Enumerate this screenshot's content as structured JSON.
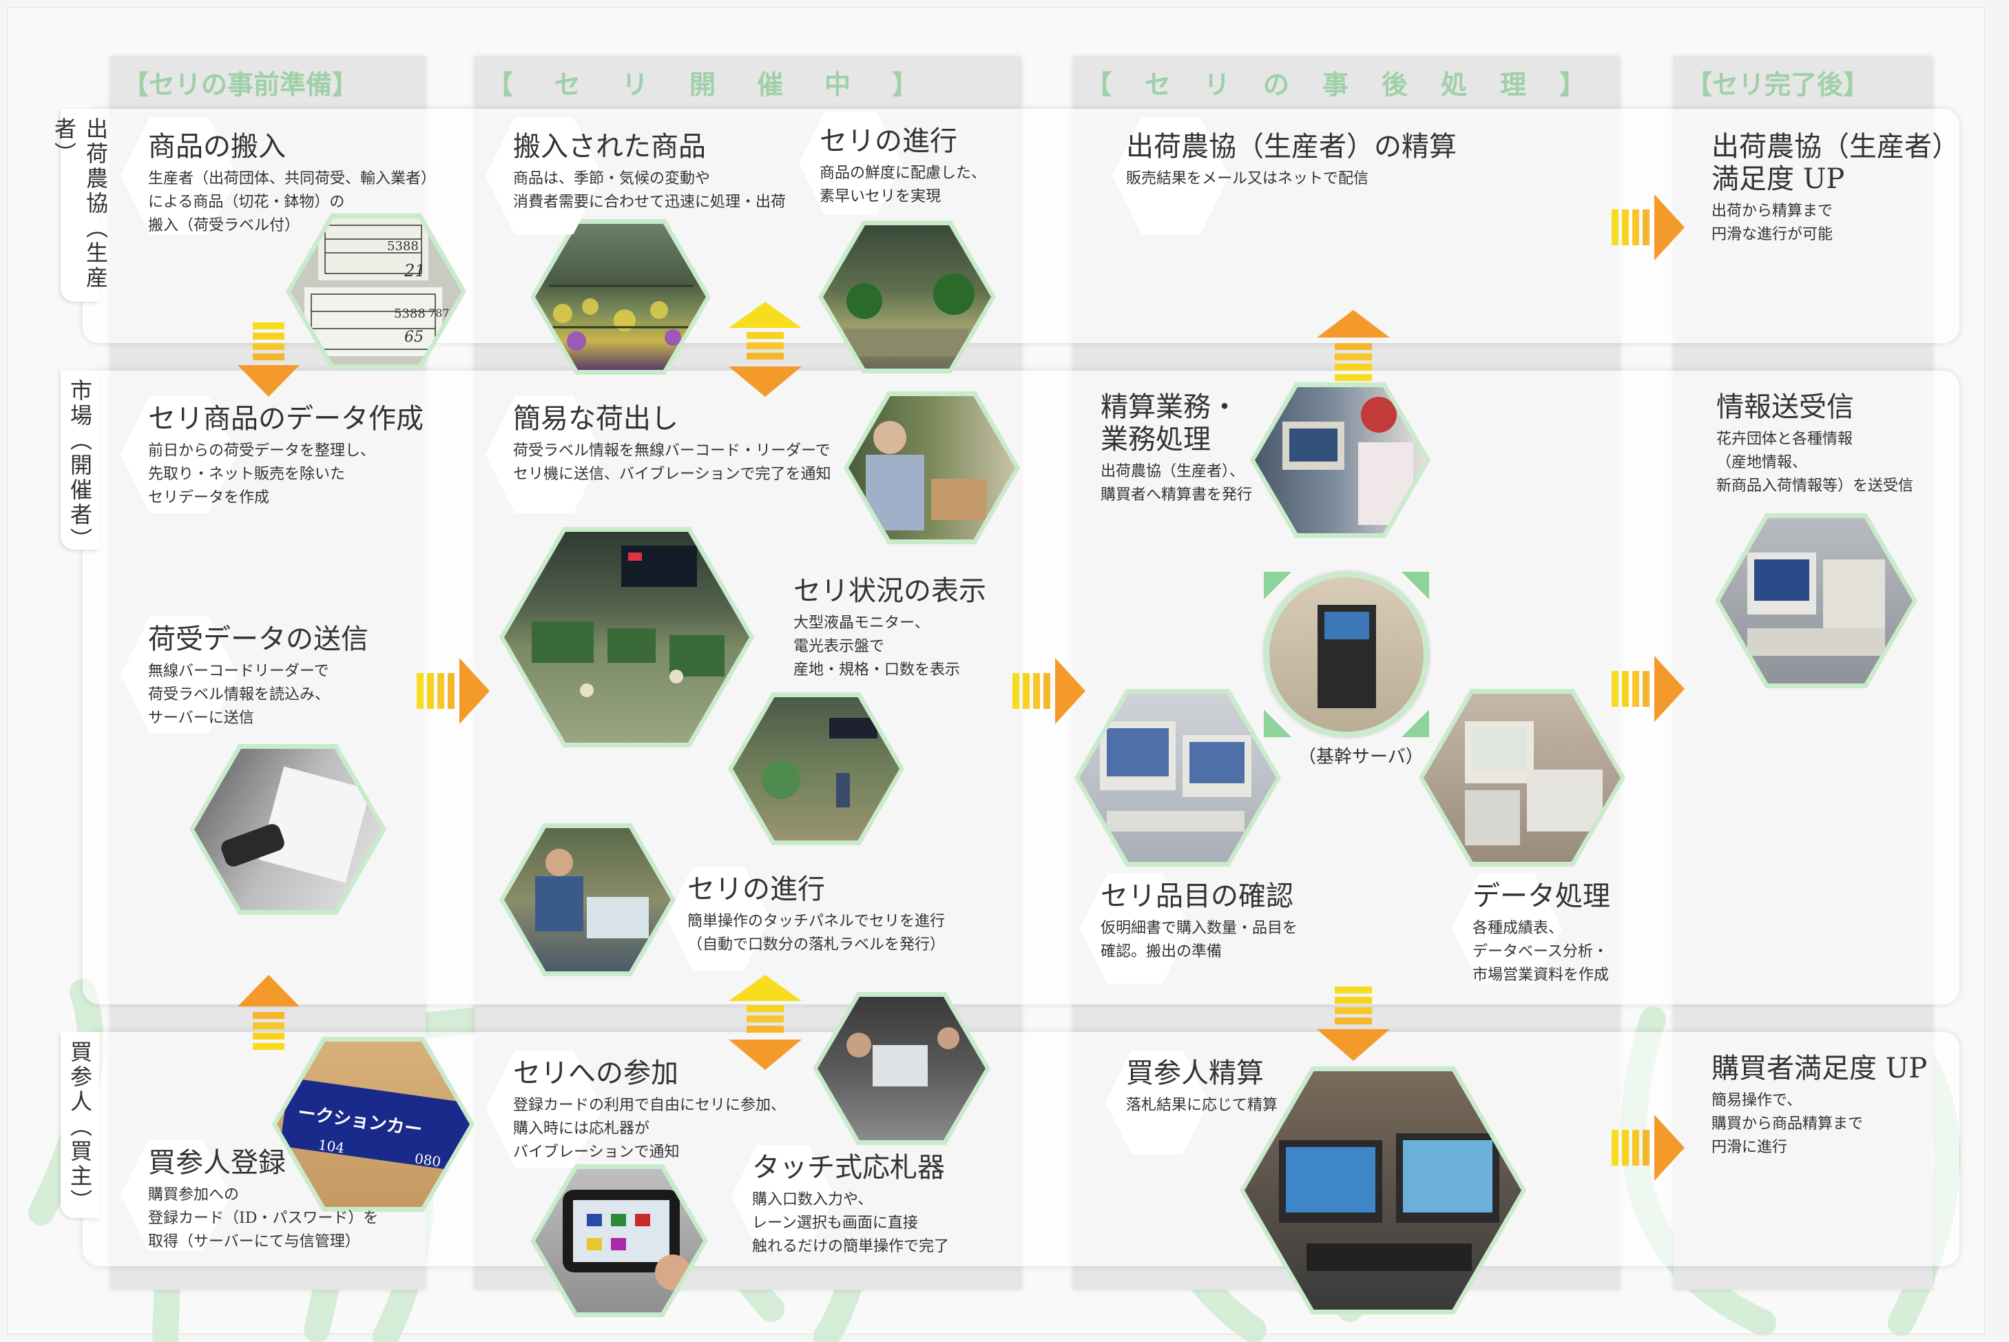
{
  "columns": [
    {
      "header": "【セリの事前準備】"
    },
    {
      "header": "【セリ開催中】"
    },
    {
      "header": "【セリの事後処理】"
    },
    {
      "header": "【セリ完了後】"
    }
  ],
  "rows": [
    {
      "label": "出荷農協（生産者）"
    },
    {
      "label": "市場（開催者）"
    },
    {
      "label": "買参人（買主）"
    }
  ],
  "blocks": {
    "shohin_hannyu": {
      "title": "商品の搬入",
      "desc": "生産者（出荷団体、共同荷受、輸入業者）\nによる商品（切花・鉢物）の\n搬入（荷受ラベル付）"
    },
    "hannyu_sareta": {
      "title": "搬入された商品",
      "desc": "商品は、季節・気候の変動や\n消費者需要に合わせて迅速に処理・出荷"
    },
    "seri_shinko_1": {
      "title": "セリの進行",
      "desc": "商品の鮮度に配慮した、\n素早いセリを実現"
    },
    "seisan_noukyou": {
      "title": "出荷農協（生産者）の精算",
      "desc": "販売結果をメール又はネットで配信"
    },
    "manzoku_noukyou": {
      "title": "出荷農協（生産者）\n満足度 UP",
      "desc": "出荷から精算まで\n円滑な進行が可能"
    },
    "data_sakusei": {
      "title": "セリ商品のデータ作成",
      "desc": "前日からの荷受データを整理し、\n先取り・ネット販売を除いた\nセリデータを作成"
    },
    "kani_nidashi": {
      "title": "簡易な荷出し",
      "desc": "荷受ラベル情報を無線バーコード・リーダーで\nセリ機に送信、バイブレーションで完了を通知"
    },
    "seisan_gyomu": {
      "title": "精算業務・\n業務処理",
      "desc": "出荷農協（生産者）、\n購買者へ精算書を発行"
    },
    "joho_soujushin": {
      "title": "情報送受信",
      "desc": "花卉団体と各種情報\n（産地情報、\n新商品入荷情報等）を送受信"
    },
    "niuke_soushin": {
      "title": "荷受データの送信",
      "desc": "無線バーコードリーダーで\n荷受ラベル情報を読込み、\nサーバーに送信"
    },
    "seri_jokyo": {
      "title": "セリ状況の表示",
      "desc": "大型液晶モニター、\n電光表示盤で\n産地・規格・口数を表示"
    },
    "seri_shinko_2": {
      "title": "セリの進行",
      "desc": "簡単操作のタッチパネルでセリを進行\n（自動で口数分の落札ラベルを発行）"
    },
    "seri_hinmoku": {
      "title": "セリ品目の確認",
      "desc": "仮明細書で購入数量・品目を\n確認。搬出の準備"
    },
    "data_shori": {
      "title": "データ処理",
      "desc": "各種成績表、\nデータベース分析・\n市場営業資料を作成"
    },
    "seri_sanka": {
      "title": "セリへの参加",
      "desc": "登録カードの利用で自由にセリに参加、\n購入時には応札器が\nバイブレーションで通知"
    },
    "touch_osatsu": {
      "title": "タッチ式応札器",
      "desc": "購入口数入力や、\nレーン選択も画面に直接\n触れるだけの簡単操作で完了"
    },
    "baisannin_seisan": {
      "title": "買参人精算",
      "desc": "落札結果に応じて精算"
    },
    "baisannin_toroku": {
      "title": "買参人登録",
      "desc": "購買参加への\n登録カード（ID・パスワード）を\n取得（サーバーにて与信管理）"
    },
    "manzoku_kobai": {
      "title": "購買者満足度 UP",
      "desc": "簡易操作で、\n購買から商品精算まで\n円滑に進行"
    }
  },
  "server_label": "（基幹サーバ）",
  "photo_texts": {
    "label_a": "5388",
    "label_b": "21",
    "label_c": "5388",
    "label_d": "787",
    "label_e": "65",
    "card_a": "ークションカー",
    "card_b": "104",
    "card_c": "080"
  },
  "colors": {
    "hex_frame": "#c9ebcc",
    "header_green": "#9fd0a7",
    "arrow_yellow": "#f7dd1e",
    "arrow_orange": "#f39a2b"
  }
}
